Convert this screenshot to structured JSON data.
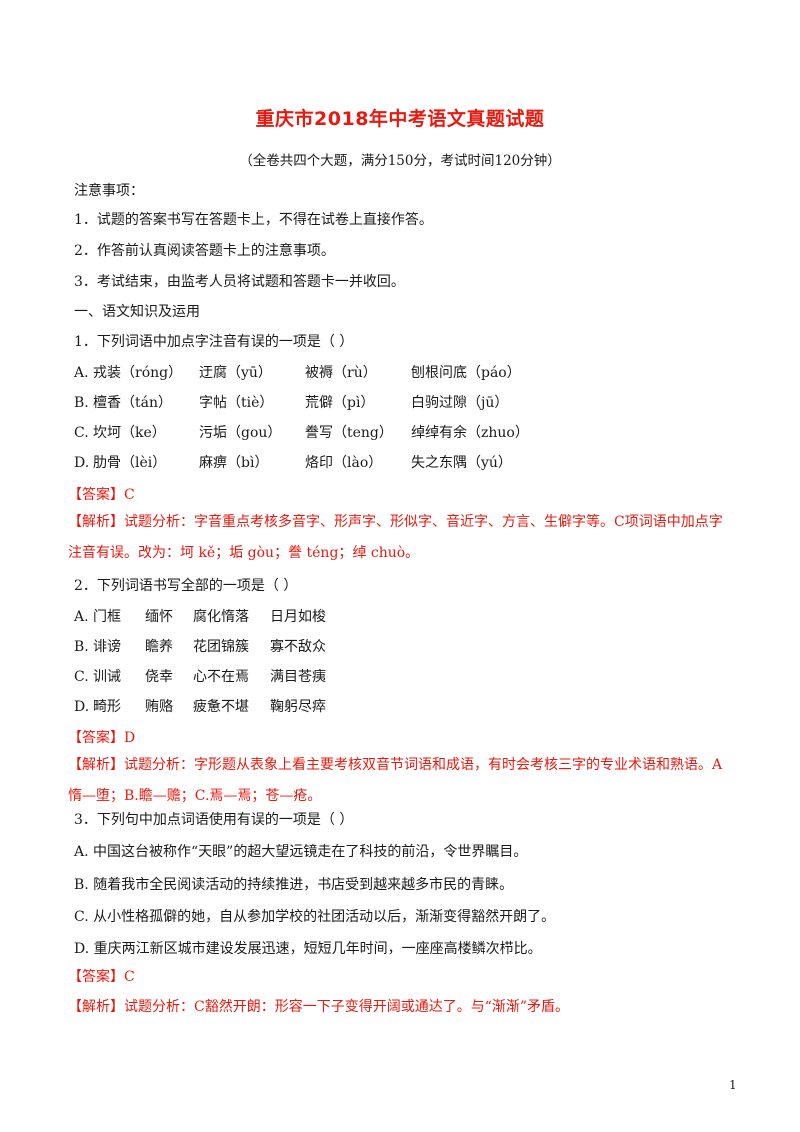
{
  "title": "重庆市2018年中考语文真题试题",
  "subtitle": "（全卷共四个大题，满分150分，考试时间120分钟）",
  "notice": {
    "heading": "注意事项：",
    "items": [
      "1．试题的答案书写在答题卡上，不得在试卷上直接作答。",
      "2．作答前认真阅读答题卡上的注意事项。",
      "3．考试结束，由监考人员将试题和答题卡一并收回。"
    ]
  },
  "section1": "一、语文知识及运用",
  "q1": {
    "stem": "1．下列词语中加点字注音有误的一项是（    ）",
    "rows": [
      {
        "label": "A.",
        "items": [
          "戎装（róng）",
          "迂腐（yū）",
          "被褥（rù）",
          "刨根问底（páo）"
        ]
      },
      {
        "label": "B.",
        "items": [
          "檀香（tán）",
          "字帖（tiè）",
          "荒僻（pì）",
          "白驹过隙（jū）"
        ]
      },
      {
        "label": "C.",
        "items": [
          "坎坷（ke）",
          "污垢（gou）",
          "誊写（teng）",
          "绰绰有余（zhuo）"
        ]
      },
      {
        "label": "D.",
        "items": [
          "肋骨（lèi）",
          "麻痹（bì）",
          "烙印（lào）",
          "失之东隅（yú）"
        ]
      }
    ],
    "answer_tag": "【答案】",
    "answer": "C",
    "analysis_tag": "【解析】",
    "analysis": "试题分析：字音重点考核多音字、形声字、形似字、音近字、方言、生僻字等。C项词语中加点字注音有误。改为：坷 kě；垢 gòu；誊 téng；绰 chuò。"
  },
  "q2": {
    "stem": "2．下列词语书写全部的一项是（    ）",
    "rows": [
      {
        "label": "A.",
        "items": [
          "门框",
          "缅怀",
          "腐化惰落",
          "日月如梭"
        ]
      },
      {
        "label": "B.",
        "items": [
          "诽谤",
          "瞻养",
          "花团锦簇",
          "寡不敌众"
        ]
      },
      {
        "label": "C.",
        "items": [
          "训诫",
          "侥幸",
          "心不在焉",
          "满目苍痍"
        ]
      },
      {
        "label": "D.",
        "items": [
          "畸形",
          "贿赂",
          "疲惫不堪",
          "鞠躬尽瘁"
        ]
      }
    ],
    "answer_tag": "【答案】",
    "answer": "D",
    "analysis_tag": "【解析】",
    "analysis": "试题分析：字形题从表象上看主要考核双音节词语和成语，有时会考核三字的专业术语和熟语。A惰—堕；B.瞻—赡；C.焉—焉；苍—疮。"
  },
  "q3": {
    "stem": "3．下列句中加点词语使用有误的一项是（    ）",
    "options": [
      "A.  中国这台被称作“天眼”的超大望远镜走在了科技的前沿，令世界瞩目。",
      "B.  随着我市全民阅读活动的持续推进，书店受到越来越多市民的青睐。",
      "C.  从小性格孤僻的她，自从参加学校的社团活动以后，渐渐变得豁然开朗了。",
      "D.  重庆两江新区城市建设发展迅速，短短几年时间，一座座高楼鳞次栉比。"
    ],
    "answer_tag": "【答案】",
    "answer": "C",
    "analysis_tag": "【解析】",
    "analysis": "试题分析：C豁然开朗：形容一下子变得开阔或通达了。与“渐渐”矛盾。"
  },
  "page_number": "1"
}
